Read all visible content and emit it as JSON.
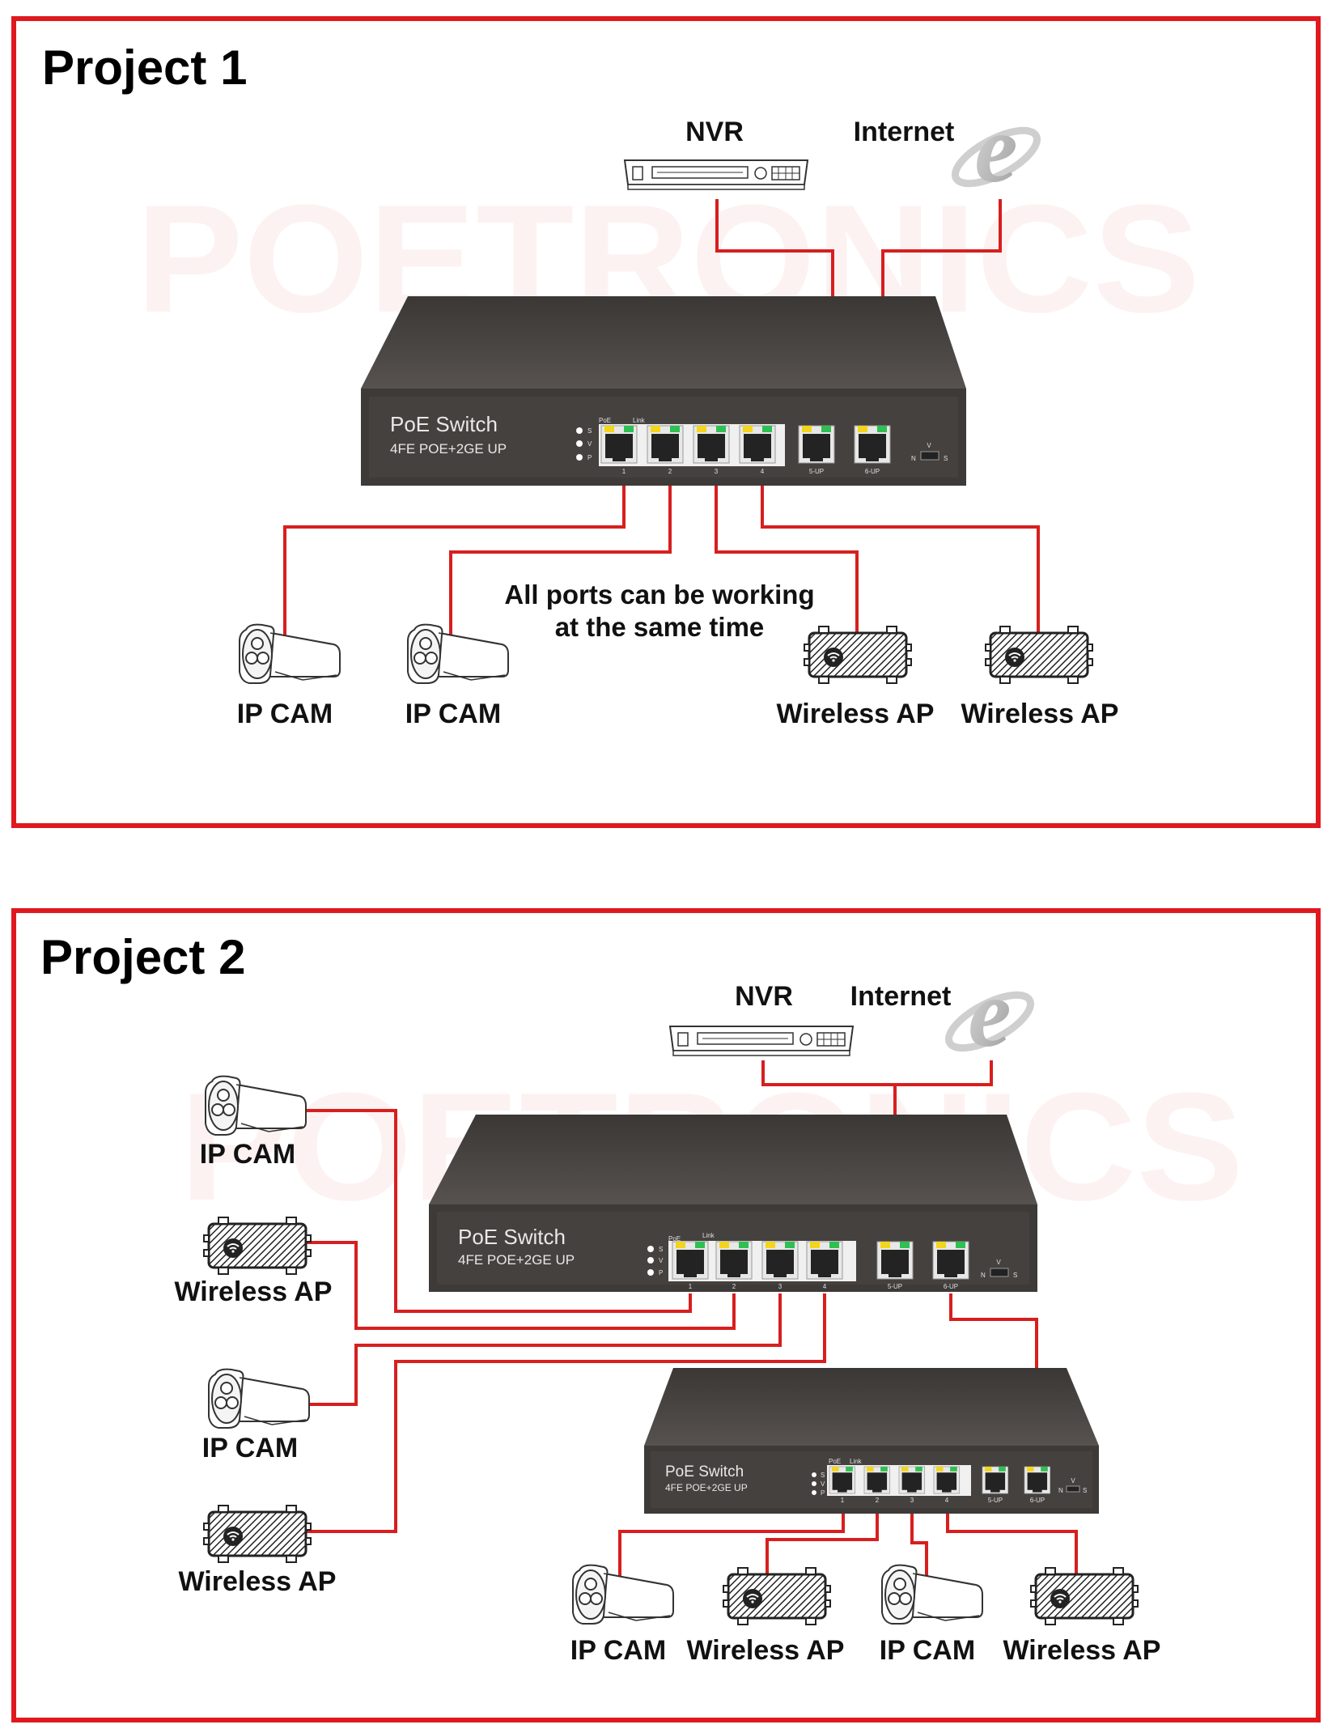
{
  "watermark": "POETRONICS",
  "colors": {
    "frame": "#e0191f",
    "wire": "#d71f1f",
    "switch_body": "#3e3b39",
    "switch_top": "#4f4b48"
  },
  "switch": {
    "name": "PoE Switch",
    "model": "4FE POE+2GE UP",
    "indicators": [
      "S",
      "V",
      "P"
    ],
    "top_labels": [
      "PoE",
      "Link"
    ],
    "ports": [
      "1",
      "2",
      "3",
      "4",
      "5-UP",
      "6-UP"
    ],
    "mode_switch": {
      "top": "V",
      "left": "N",
      "right": "S"
    }
  },
  "project1": {
    "title": "Project 1",
    "nvr_label": "NVR",
    "internet_label": "Internet",
    "note_line1": "All ports can be working",
    "note_line2": "at the same time",
    "devices": [
      {
        "type": "camera",
        "label": "IP CAM"
      },
      {
        "type": "camera",
        "label": "IP CAM"
      },
      {
        "type": "ap",
        "label": "Wireless AP"
      },
      {
        "type": "ap",
        "label": "Wireless AP"
      }
    ]
  },
  "project2": {
    "title": "Project 2",
    "nvr_label": "NVR",
    "internet_label": "Internet",
    "left_devices": [
      {
        "type": "camera",
        "label": "IP CAM"
      },
      {
        "type": "ap",
        "label": "Wireless AP"
      },
      {
        "type": "camera",
        "label": "IP CAM"
      },
      {
        "type": "ap",
        "label": "Wireless AP"
      }
    ],
    "bottom_devices": [
      {
        "type": "camera",
        "label": "IP CAM"
      },
      {
        "type": "ap",
        "label": "Wireless AP"
      },
      {
        "type": "camera",
        "label": "IP CAM"
      },
      {
        "type": "ap",
        "label": "Wireless AP"
      }
    ]
  }
}
